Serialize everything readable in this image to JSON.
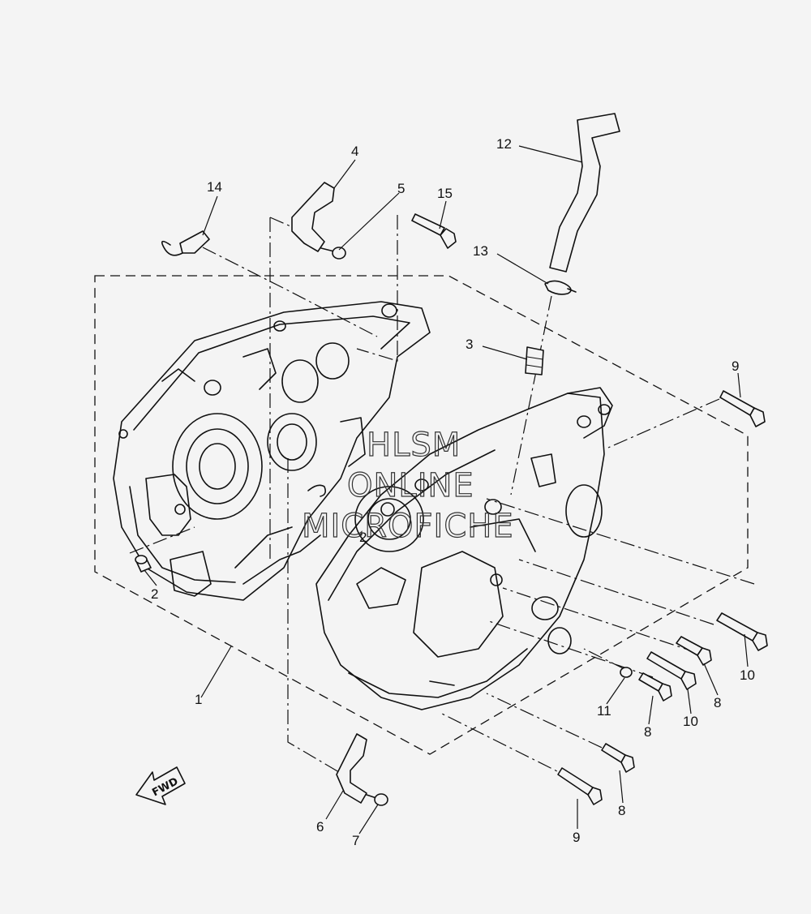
{
  "callouts": [
    {
      "id": "c1",
      "text": "1"
    },
    {
      "id": "c2a",
      "text": "2"
    },
    {
      "id": "c2b",
      "text": "2"
    },
    {
      "id": "c3",
      "text": "3"
    },
    {
      "id": "c4",
      "text": "4"
    },
    {
      "id": "c5",
      "text": "5"
    },
    {
      "id": "c6",
      "text": "6"
    },
    {
      "id": "c7",
      "text": "7"
    },
    {
      "id": "c8a",
      "text": "8"
    },
    {
      "id": "c8b",
      "text": "8"
    },
    {
      "id": "c8c",
      "text": "8"
    },
    {
      "id": "c9a",
      "text": "9"
    },
    {
      "id": "c9b",
      "text": "9"
    },
    {
      "id": "c10a",
      "text": "10"
    },
    {
      "id": "c10b",
      "text": "10"
    },
    {
      "id": "c11",
      "text": "11"
    },
    {
      "id": "c12",
      "text": "12"
    },
    {
      "id": "c13",
      "text": "13"
    },
    {
      "id": "c14",
      "text": "14"
    },
    {
      "id": "c15",
      "text": "15"
    }
  ],
  "watermark": [
    "HLSM",
    "ONLINE",
    "MICROFICHE"
  ],
  "fwd_label": "FWD"
}
